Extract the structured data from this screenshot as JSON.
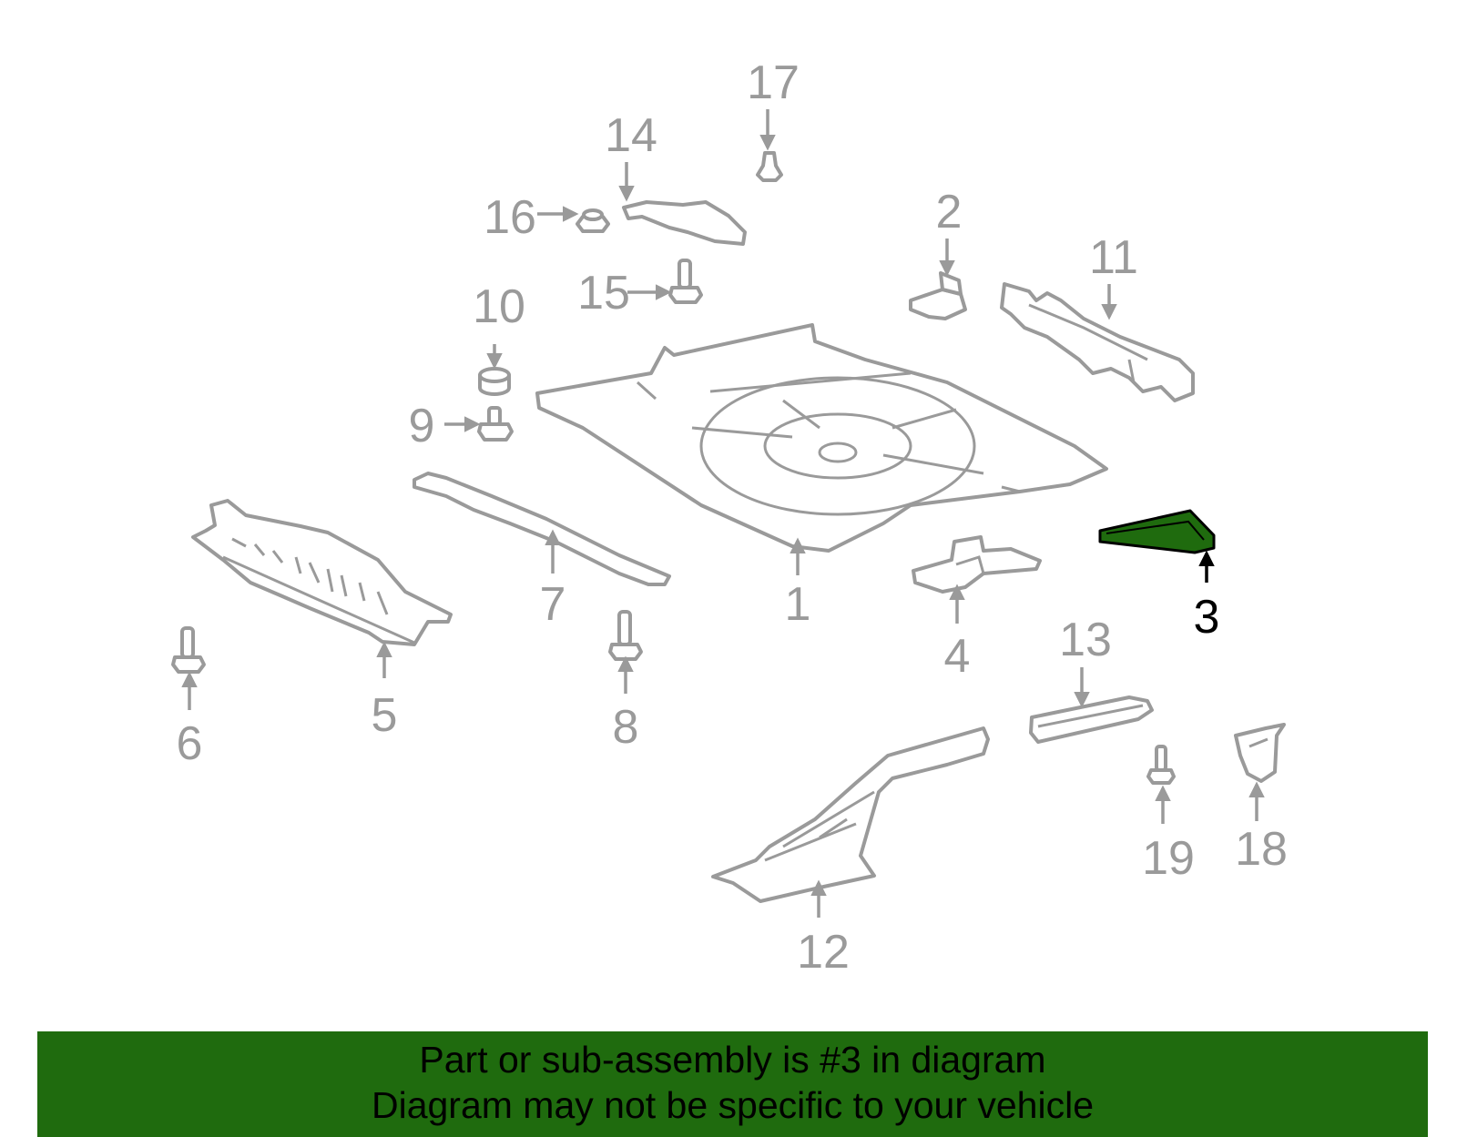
{
  "diagram": {
    "callouts": [
      "1",
      "2",
      "3",
      "4",
      "5",
      "6",
      "7",
      "8",
      "9",
      "10",
      "11",
      "12",
      "13",
      "14",
      "15",
      "16",
      "17",
      "18",
      "19"
    ],
    "highlighted_part": "3",
    "colors": {
      "highlight_fill": "#1f6b0e",
      "part_stroke": "#9a9a9a",
      "highlight_label": "#000000",
      "label": "#9a9a9a"
    }
  },
  "banner": {
    "line1": "Part or sub-assembly is #3 in diagram",
    "line2": "Diagram may not be specific to your vehicle",
    "background": "#1f6b0e"
  }
}
